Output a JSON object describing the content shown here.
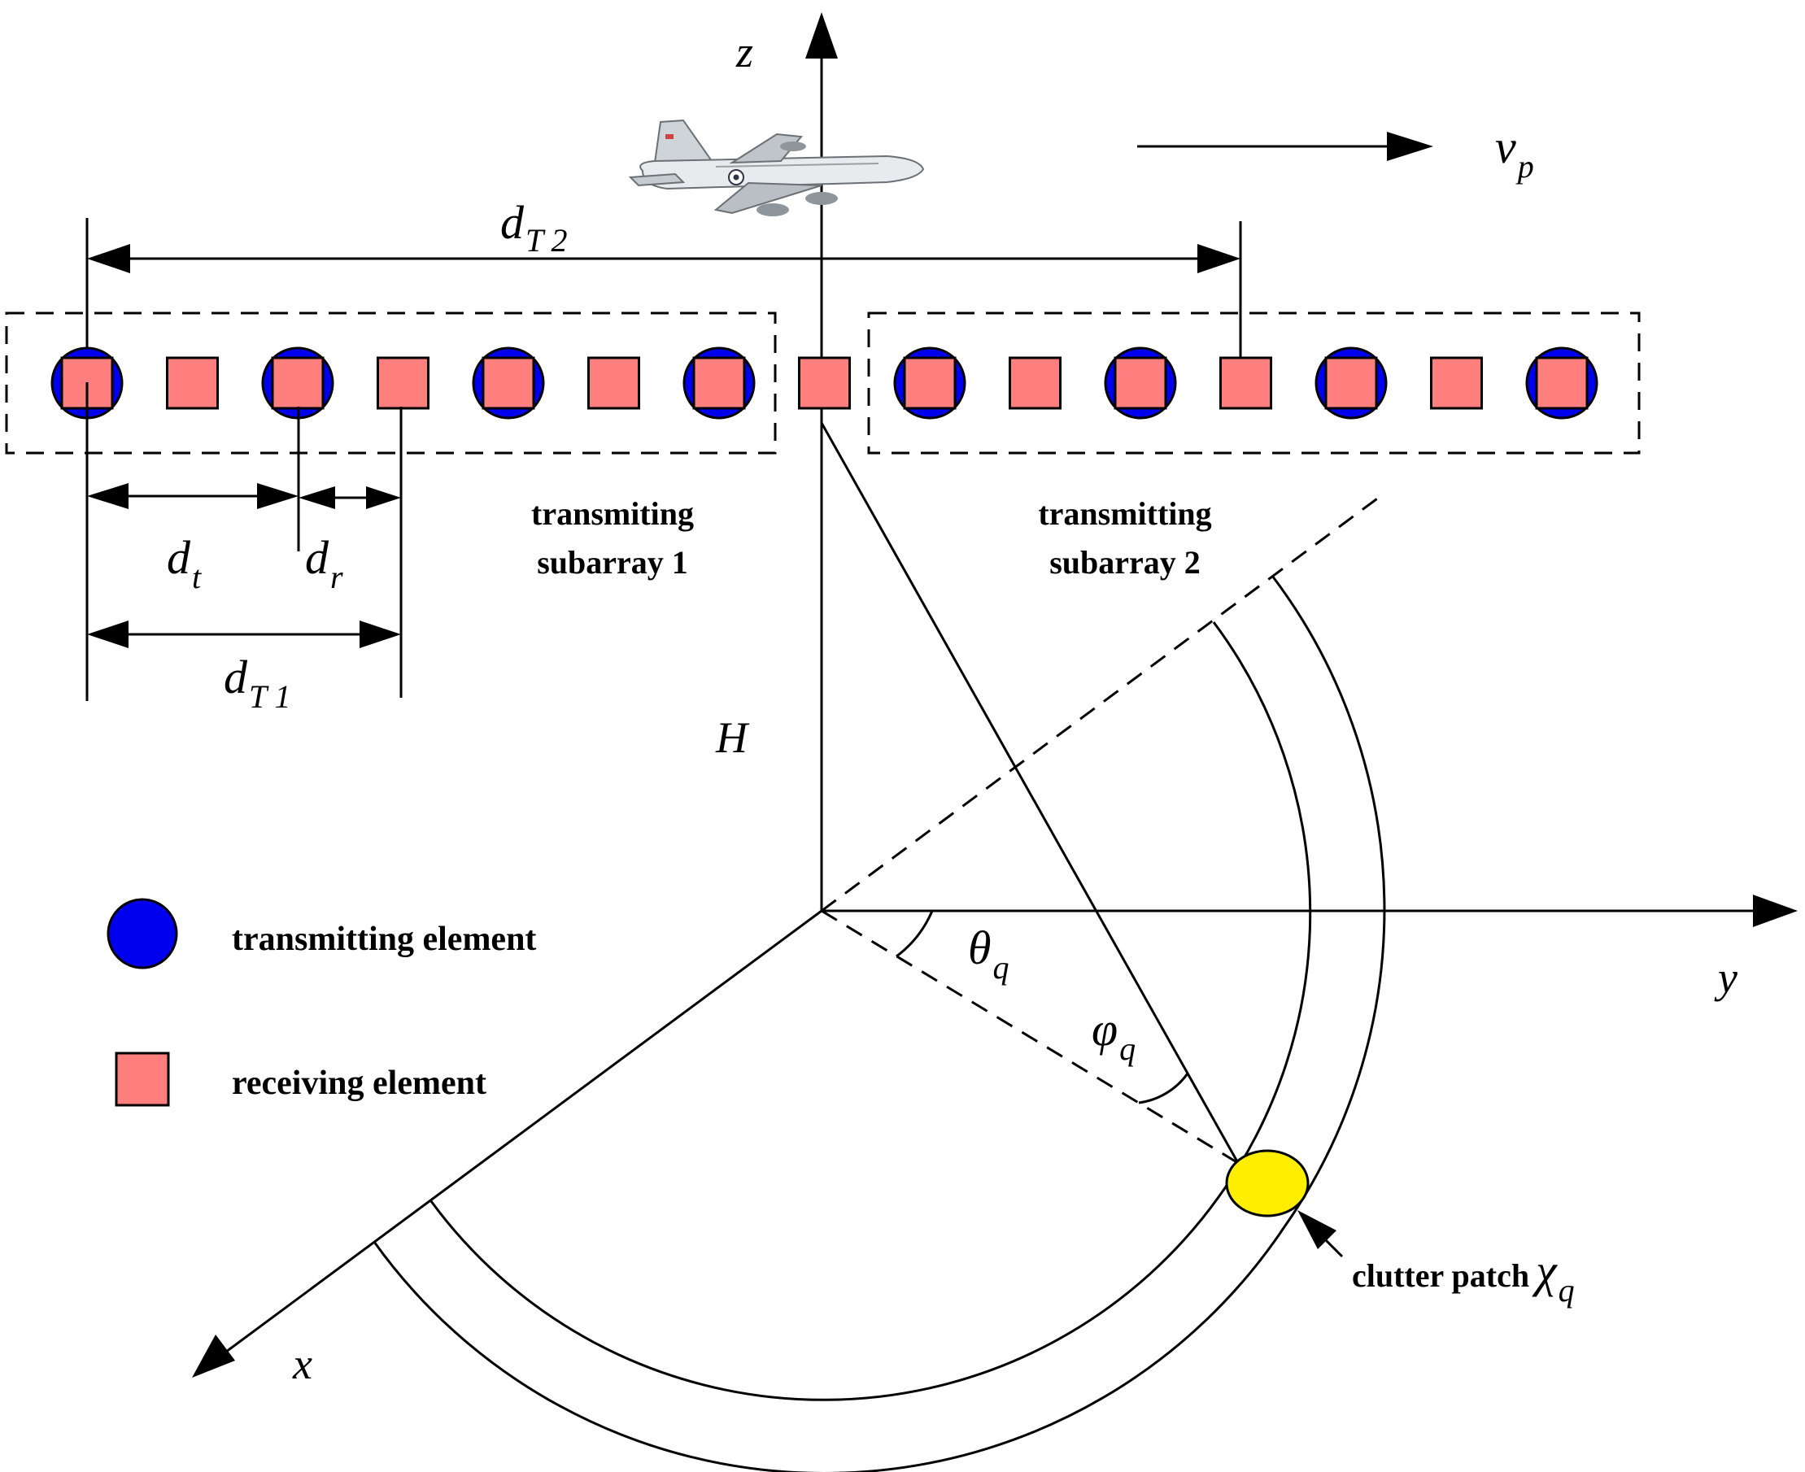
{
  "axes": {
    "z": "z",
    "y": "y",
    "x": "x",
    "height": "H"
  },
  "velocity": {
    "symbol": "v",
    "subscript": "p"
  },
  "spacings": {
    "dT2": {
      "symbol": "d",
      "subscript": "T 2"
    },
    "dT1": {
      "symbol": "d",
      "subscript": "T 1"
    },
    "dt": {
      "symbol": "d",
      "subscript": "t"
    },
    "dr": {
      "symbol": "d",
      "subscript": "r"
    }
  },
  "subarray_labels": {
    "sub1_line1": "transmiting",
    "sub1_line2": "subarray 1",
    "sub2_line1": "transmitting",
    "sub2_line2": "subarray 2"
  },
  "angles": {
    "theta": {
      "symbol": "θ",
      "subscript": "q"
    },
    "phi": {
      "symbol": "φ",
      "subscript": "q"
    }
  },
  "clutter": {
    "label": "clutter patch",
    "symbol": "χ",
    "subscript": "q"
  },
  "legend": {
    "transmit": "transmitting element",
    "receive": "receiving element"
  },
  "colors": {
    "transmit_fill": "#0000EE",
    "receive_fill": "#FF7F7F",
    "patch_fill": "#FFEE00",
    "line": "#000000"
  },
  "array_elements": [
    "tx+rx",
    "rx",
    "tx+rx",
    "rx",
    "tx+rx",
    "rx",
    "tx+rx",
    "rx",
    "tx+rx",
    "rx",
    "tx+rx",
    "rx",
    "tx+rx",
    "rx",
    "tx+rx"
  ],
  "icons": {
    "aircraft": "airplane-icon"
  }
}
